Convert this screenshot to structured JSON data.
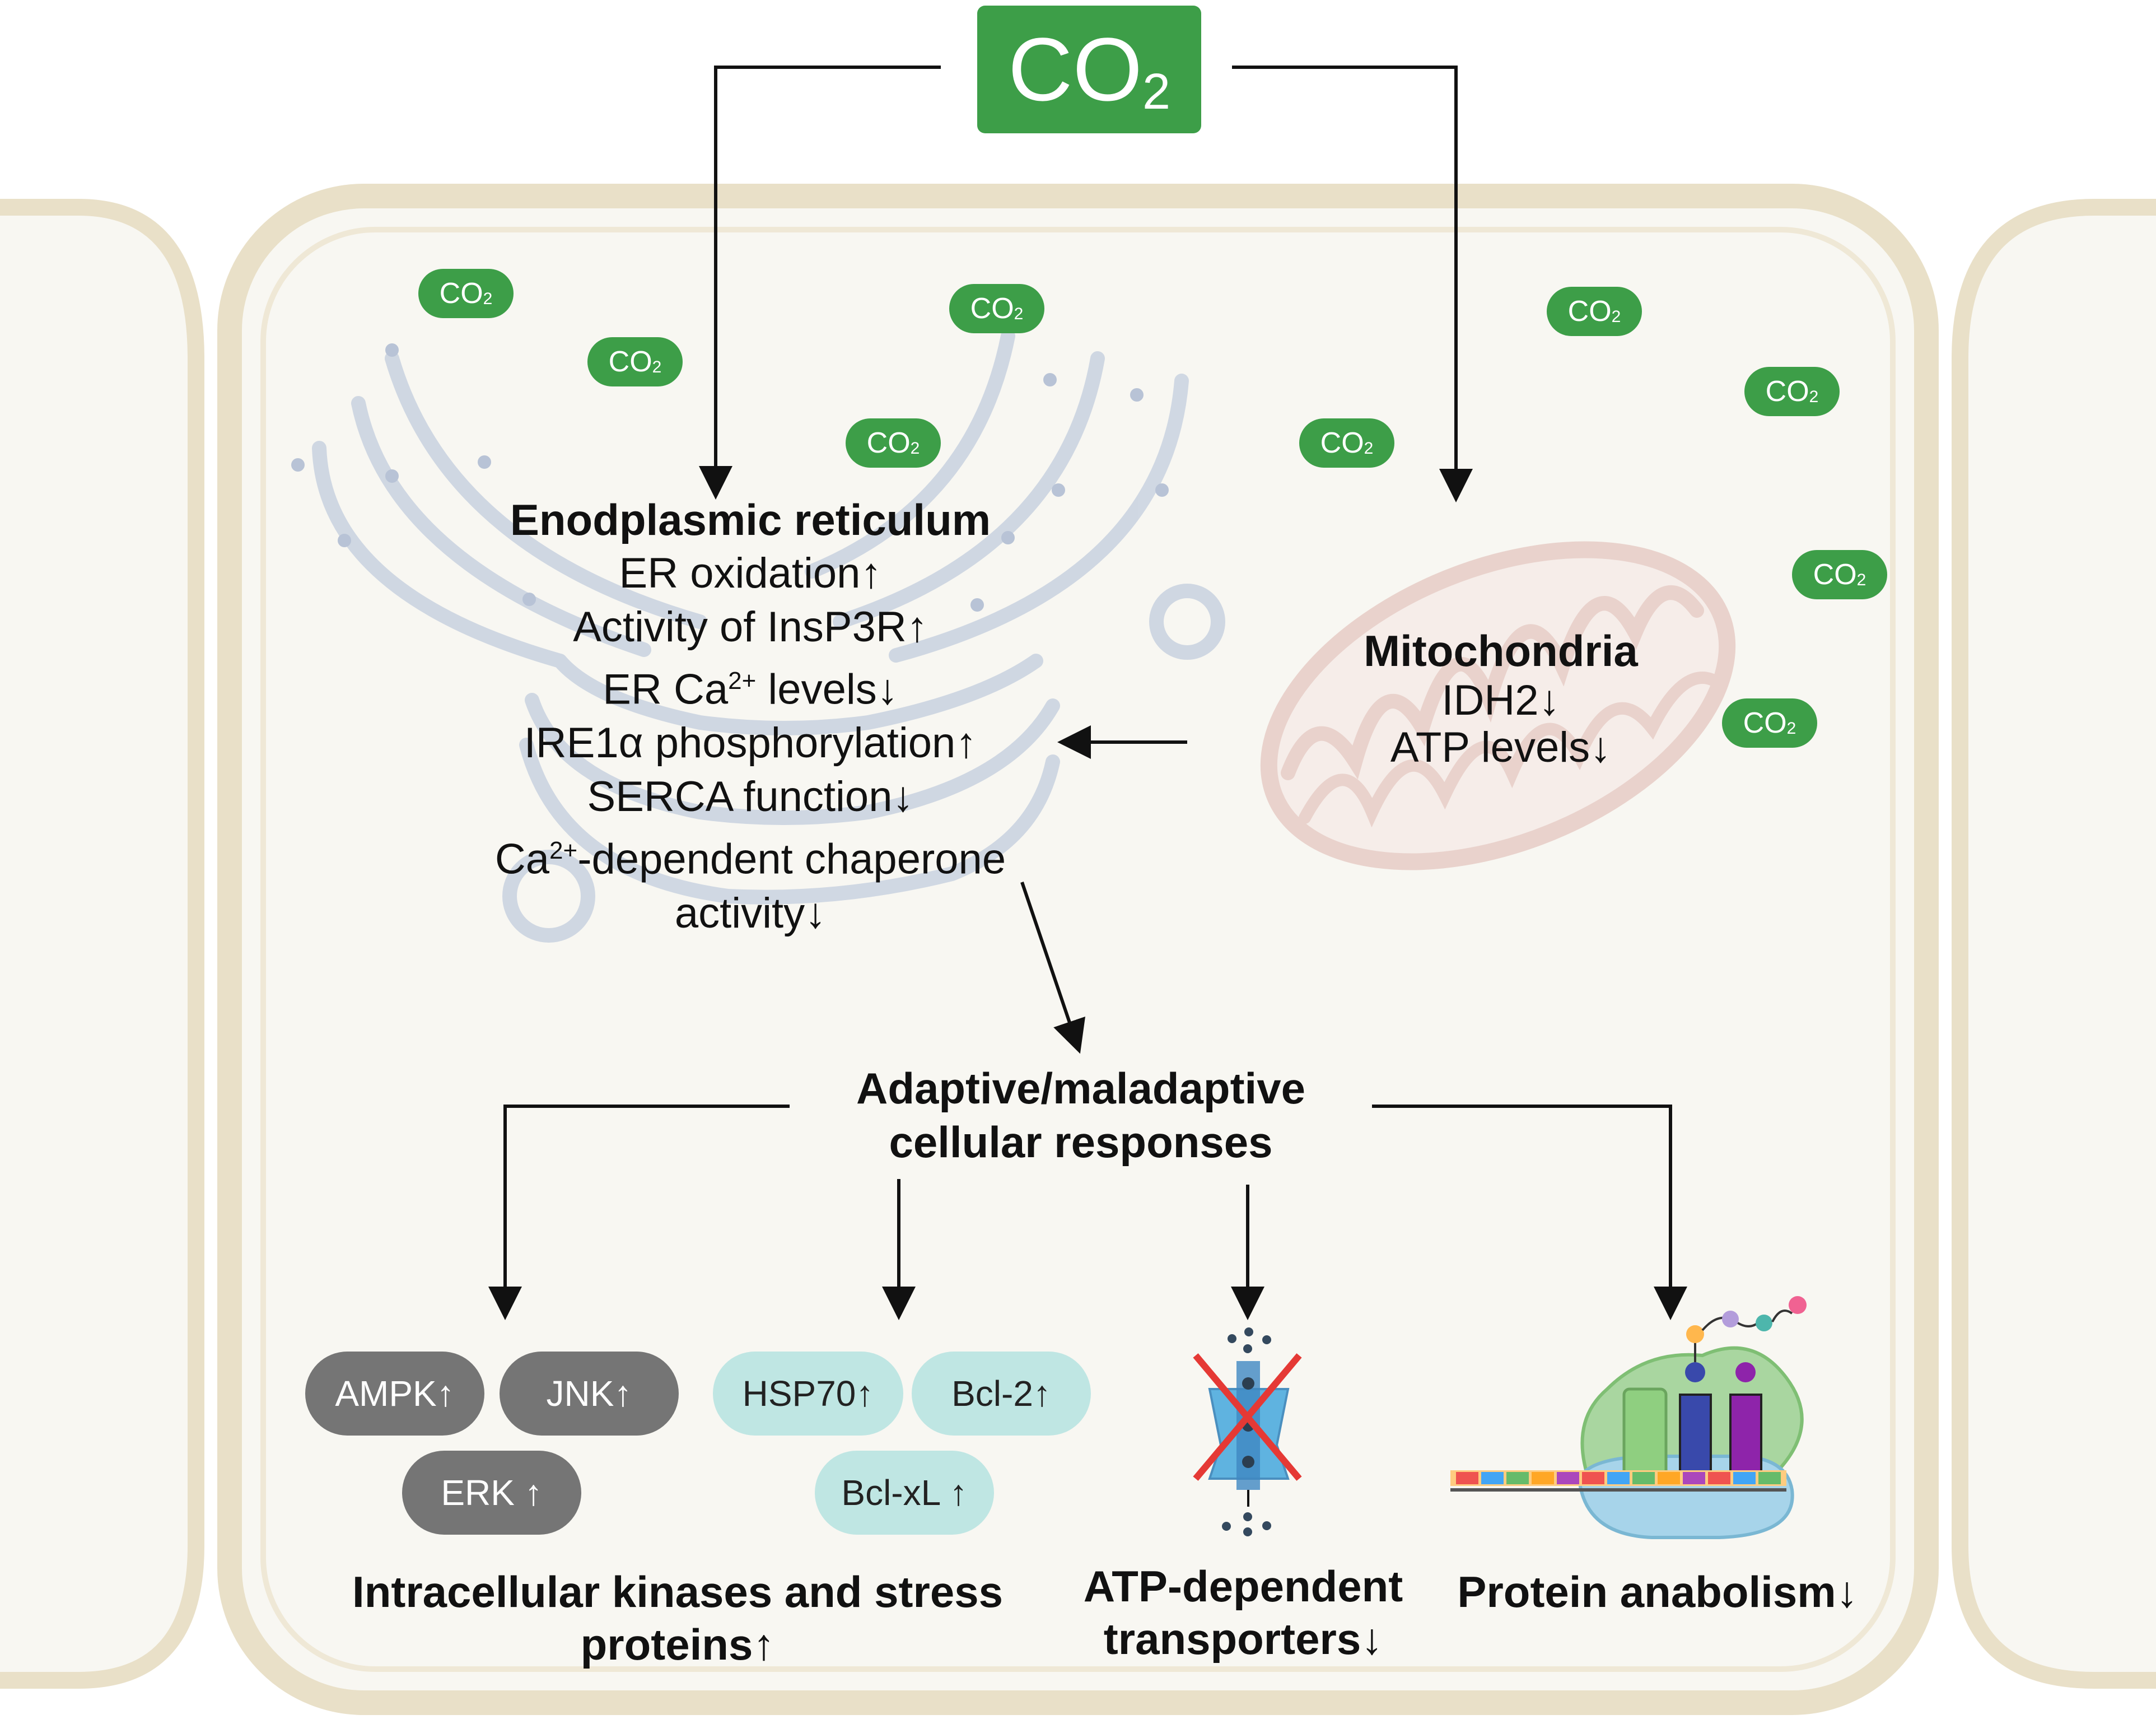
{
  "co2_label": {
    "main": "CO",
    "sub": "2"
  },
  "er": {
    "title": "Enodplasmic reticulum",
    "lines": [
      "ER oxidation↑",
      "Activity of InsP3R↑",
      {
        "pre": "ER Ca",
        "sup": "2+",
        "post": " levels↓"
      },
      "IRE1α phosphorylation↑",
      "SERCA function↓",
      {
        "pre": "Ca",
        "sup": "2+",
        "post": "-dependent chaperone"
      },
      "activity↓"
    ]
  },
  "mito": {
    "title": "Mitochondria",
    "lines": [
      "IDH2↓",
      "ATP levels↓"
    ]
  },
  "responses": {
    "title_line1": "Adaptive/maladaptive",
    "title_line2": "cellular responses"
  },
  "kinases": {
    "ampk": "AMPK↑",
    "jnk": "JNK↑",
    "erk": "ERK ↑"
  },
  "stress_proteins": {
    "hsp70": "HSP70↑",
    "bcl2": "Bcl-2↑",
    "bclxl": "Bcl-xL ↑"
  },
  "bottom": {
    "kinases_line1": "Intracellular kinases and stress",
    "kinases_line2": "proteins↑",
    "atp_line1": "ATP-dependent",
    "atp_line2": "transporters↓",
    "protein": "Protein anabolism↓"
  },
  "colors": {
    "co2_green": "#3d9e48",
    "cell_border": "#e9e0c8",
    "cell_fill": "#f8f7f2",
    "kinase_gray": "#757575",
    "stress_teal": "#bfe6e3",
    "er_outline": "#c9d2e0",
    "mito_outline": "#e8cfc8",
    "cross_red": "#e53935"
  }
}
